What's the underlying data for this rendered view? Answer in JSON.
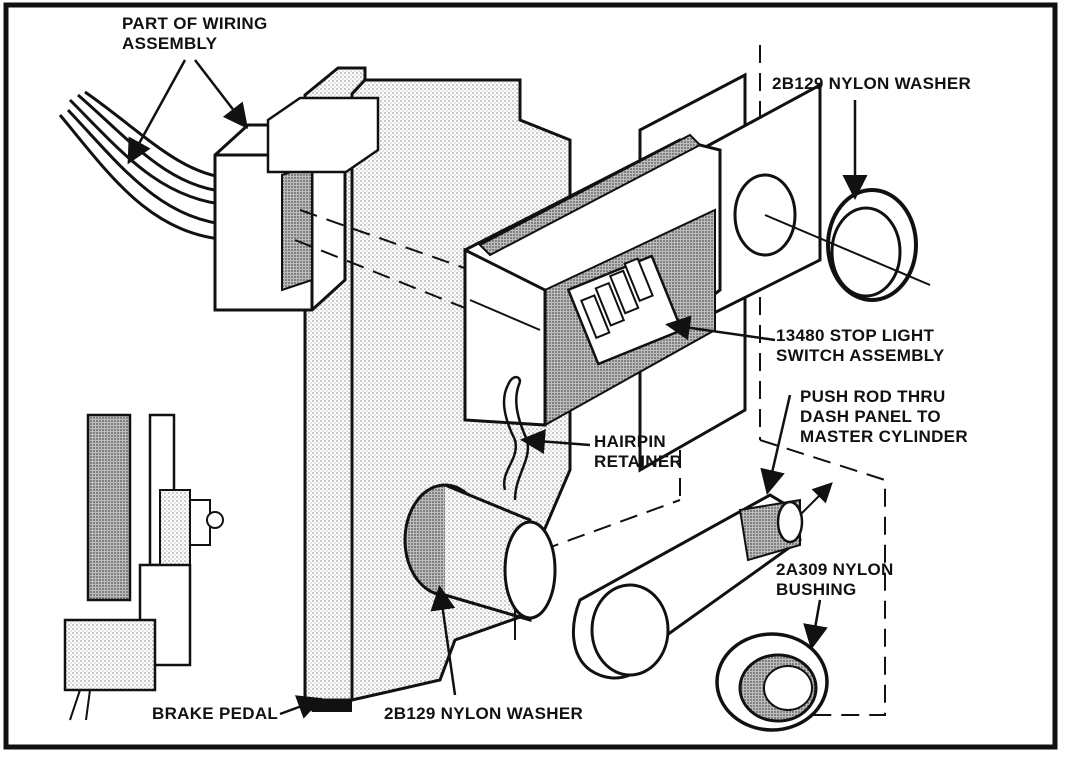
{
  "labels": {
    "wiring_assembly": [
      "PART OF WIRING",
      "ASSEMBLY"
    ],
    "washer_top": "2B129 NYLON WASHER",
    "switch_assembly": [
      "13480 STOP LIGHT",
      "SWITCH ASSEMBLY"
    ],
    "push_rod": [
      "PUSH ROD THRU",
      "DASH PANEL TO",
      "MASTER CYLINDER"
    ],
    "hairpin": [
      "HAIRPIN",
      "RETAINER"
    ],
    "bushing": [
      "2A309 NYLON",
      "BUSHING"
    ],
    "brake_pedal": "BRAKE PEDAL",
    "washer_bottom": "2B129 NYLON WASHER"
  },
  "colors": {
    "ink": "#111111",
    "stipple": "#9a9a9a",
    "paper": "#ffffff"
  }
}
